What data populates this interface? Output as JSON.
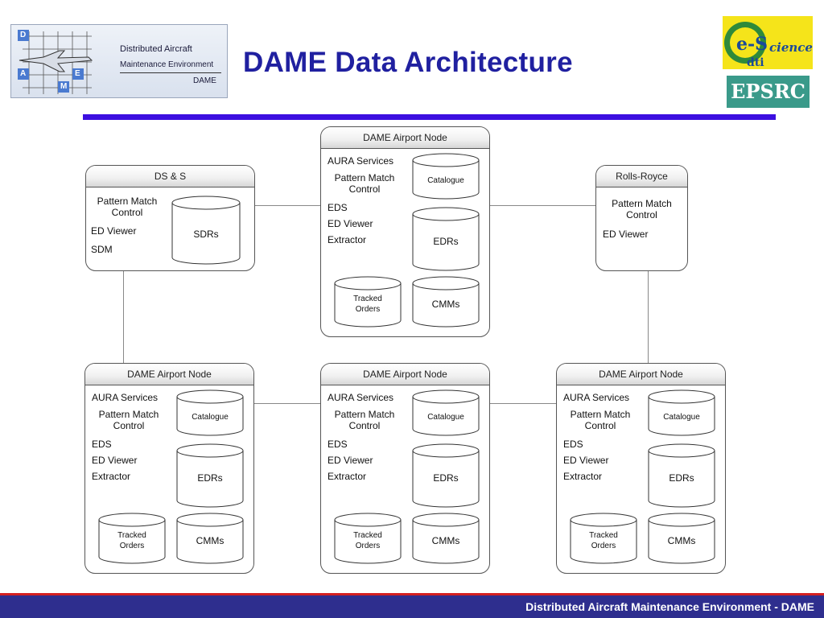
{
  "header": {
    "logo_line1": "Distributed Aircraft",
    "logo_line2": "Maintenance Environment",
    "logo_line3": "DAME",
    "logo_letters": [
      "D",
      "A",
      "E",
      "M"
    ],
    "title": "DAME Data Architecture",
    "escience_logo_text": "e-Science",
    "escience_dti": "dti",
    "epsrc_logo_text": "EPSRC",
    "accent_color": "#3c0fe0",
    "title_color": "#2020a0"
  },
  "nodes": {
    "top_center": {
      "title": "DAME Airport Node",
      "services": [
        "AURA Services",
        "Pattern Match\nControl",
        "EDS",
        "ED Viewer",
        "Extractor"
      ],
      "stores": [
        "Catalogue",
        "EDRs",
        "Tracked\nOrders",
        "CMMs"
      ]
    },
    "dss": {
      "title": "DS & S",
      "services": [
        "Pattern Match\nControl",
        "ED Viewer",
        "SDM"
      ],
      "stores": [
        "SDRs"
      ]
    },
    "rolls_royce": {
      "title": "Rolls-Royce",
      "services": [
        "Pattern Match\nControl",
        "ED Viewer"
      ]
    },
    "bottom_left": {
      "title": "DAME Airport Node",
      "services": [
        "AURA Services",
        "Pattern Match\nControl",
        "EDS",
        "ED Viewer",
        "Extractor"
      ],
      "stores": [
        "Catalogue",
        "EDRs",
        "Tracked\nOrders",
        "CMMs"
      ]
    },
    "bottom_center": {
      "title": "DAME Airport Node",
      "services": [
        "AURA Services",
        "Pattern Match\nControl",
        "EDS",
        "ED Viewer",
        "Extractor"
      ],
      "stores": [
        "Catalogue",
        "EDRs",
        "Tracked\nOrders",
        "CMMs"
      ]
    },
    "bottom_right": {
      "title": "DAME Airport Node",
      "services": [
        "AURA Services",
        "Pattern Match\nControl",
        "EDS",
        "ED Viewer",
        "Extractor"
      ],
      "stores": [
        "Catalogue",
        "EDRs",
        "Tracked\nOrders",
        "CMMs"
      ]
    }
  },
  "footer": {
    "text": "Distributed Aircraft Maintenance Environment - DAME",
    "bar_color": "#2e2e8e",
    "stripe_color": "#d42020"
  }
}
